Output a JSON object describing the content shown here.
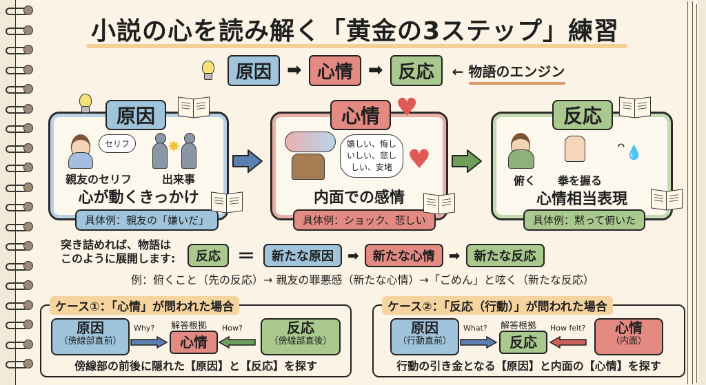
{
  "title": "小説の心を読み解く「黄金の3ステップ」練習",
  "flow": {
    "steps": [
      "原因",
      "心情",
      "反応"
    ],
    "arrow": "➡",
    "engine_note": "← 物語のエンジン"
  },
  "colors": {
    "cause": "#9fc4dc",
    "emotion": "#e38a83",
    "reaction": "#a9c98f",
    "paper": "#fbf4e6",
    "highlight": "#f6d49f"
  },
  "panels": {
    "cause": {
      "tab": "原因",
      "speech": "セリフ",
      "labels": [
        "親友のセリフ",
        "出来事"
      ],
      "heading": "心が動くきっかけ",
      "example": "具体例：親友の「嫌いだ」"
    },
    "emotion": {
      "tab": "心情",
      "cloud_lines": [
        "嬉しい、悔し",
        "いしい、悲し",
        "しい、安堵"
      ],
      "heading": "内面での感情",
      "example": "具体例：ショック、悲しい"
    },
    "reaction": {
      "tab": "反応",
      "labels": [
        "俯く",
        "拳を握る"
      ],
      "heading": "心情相当表現",
      "example": "具体例：黙って俯いた"
    }
  },
  "cycle": {
    "intro_line1": "突き詰めれば、物語は",
    "intro_line2": "このように展開します:",
    "start": "反応",
    "equals": "＝",
    "chain": [
      "新たな原因",
      "新たな心情",
      "新たな反応"
    ],
    "example": "例：俯くこと（先の反応）→ 親友の罪悪感（新たな心情）→「ごめん」と呟く（新たな反応）"
  },
  "cases": [
    {
      "title": "ケース①：「心情」が問われた場合",
      "left_main": "原因",
      "left_sub": "（傍線部直前）",
      "left_q": "Why?",
      "basis": "解答根拠",
      "center": "心情",
      "right_q": "How?",
      "right_main": "反応",
      "right_sub": "（傍線部直後）",
      "footer": "傍線部の前後に隠れた【原因】と【反応】を探す"
    },
    {
      "title": "ケース②：「反応（行動）」が問われた場合",
      "left_main": "原因",
      "left_sub": "（行動直前）",
      "left_q": "What?",
      "basis": "解答根拠",
      "center": "反応",
      "right_q": "How felt?",
      "right_main": "心情",
      "right_sub": "（内面）",
      "footer": "行動の引き金となる【原因】と内面の【心情】を探す"
    }
  ]
}
